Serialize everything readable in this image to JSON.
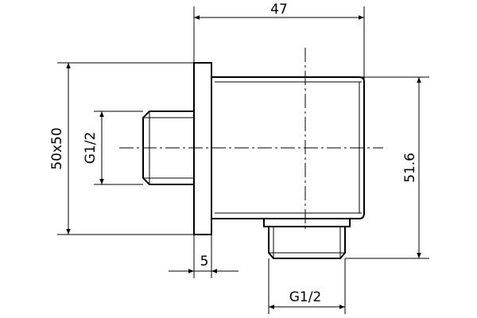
{
  "dimensions": {
    "overall_width": "47",
    "flange_thickness": "5",
    "flange_size": "50x50",
    "thread_left": "G1/2",
    "thread_bottom": "G1/2",
    "height": "51.6"
  }
}
